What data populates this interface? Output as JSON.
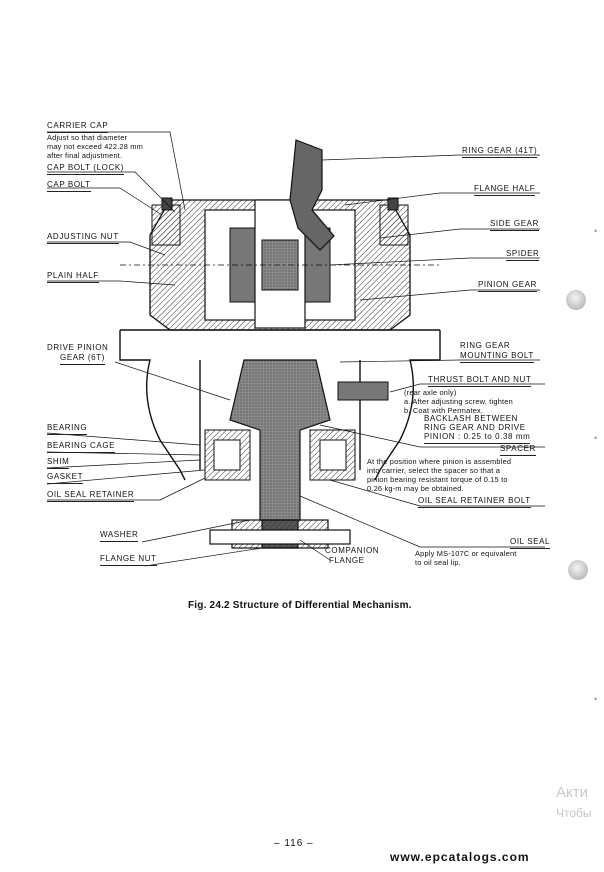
{
  "labels_left": {
    "carrier_cap": "CARRIER CAP",
    "carrier_cap_note": [
      "Adjust so that diameter",
      "may not exceed 422.28 mm",
      "after final adjustment."
    ],
    "cap_bolt_lock": "CAP BOLT (LOCK)",
    "cap_bolt": "CAP BOLT",
    "adjusting_nut": "ADJUSTING NUT",
    "plain_half": "PLAIN HALF",
    "drive_pinion_gear": [
      "DRIVE PINION",
      "GEAR (6T)"
    ],
    "bearing": "BEARING",
    "bearing_cage": "BEARING CAGE",
    "shim": "SHIM",
    "gasket": "GASKET",
    "oil_seal_retainer": "OIL SEAL RETAINER",
    "washer": "WASHER",
    "flange_nut": "FLANGE NUT"
  },
  "labels_right": {
    "ring_gear": "RING GEAR (41T)",
    "flange_half": "FLANGE HALF",
    "side_gear": "SIDE GEAR",
    "spider": "SPIDER",
    "pinion_gear": "PINION GEAR",
    "ring_gear_mounting_bolt": [
      "RING GEAR",
      "MOUNTING BOLT"
    ],
    "thrust_bolt_and_nut": "THRUST BOLT AND NUT",
    "thrust_notes": [
      "(rear axle only)",
      "a.  After adjusting screw, tighten",
      "b.  Coat with Permatex."
    ],
    "backlash": [
      "BACKLASH BETWEEN",
      "RING GEAR AND DRIVE",
      "PINION :  0.25 to 0.38 mm"
    ],
    "spacer": "SPACER",
    "spacer_note": [
      "At the position where pinion is assembled",
      "into carrier, select the spacer so that a",
      "pinion bearing resistant torque of 0.15 to",
      "0.26 kg-m may be obtained."
    ],
    "oil_seal_retainer_bolt": "OIL SEAL RETAINER BOLT",
    "oil_seal": "OIL SEAL",
    "oil_seal_note": [
      "Apply MS-107C or equivalent",
      "to oil seal lip."
    ]
  },
  "labels_bottom": {
    "companion_flange": [
      "COMPANION",
      "FLANGE"
    ]
  },
  "caption": "Fig.  24.2   Structure of Differential Mechanism.",
  "page_number": "– 116 –",
  "website": "www.epcatalogs.com",
  "watermark": [
    "Акти",
    "Чтобы"
  ]
}
